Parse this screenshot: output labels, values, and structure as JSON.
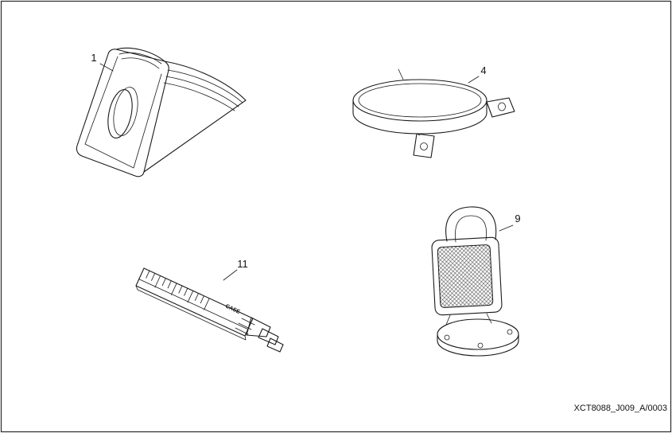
{
  "diagram": {
    "reference_code": "XCT8088_J009_A/0003",
    "gauge_brand": "CASE",
    "parts": [
      {
        "label": "1"
      },
      {
        "label": "4"
      },
      {
        "label": "9"
      },
      {
        "label": "11"
      }
    ]
  },
  "colors": {
    "line": "#1a1a1a",
    "background": "#ffffff"
  }
}
